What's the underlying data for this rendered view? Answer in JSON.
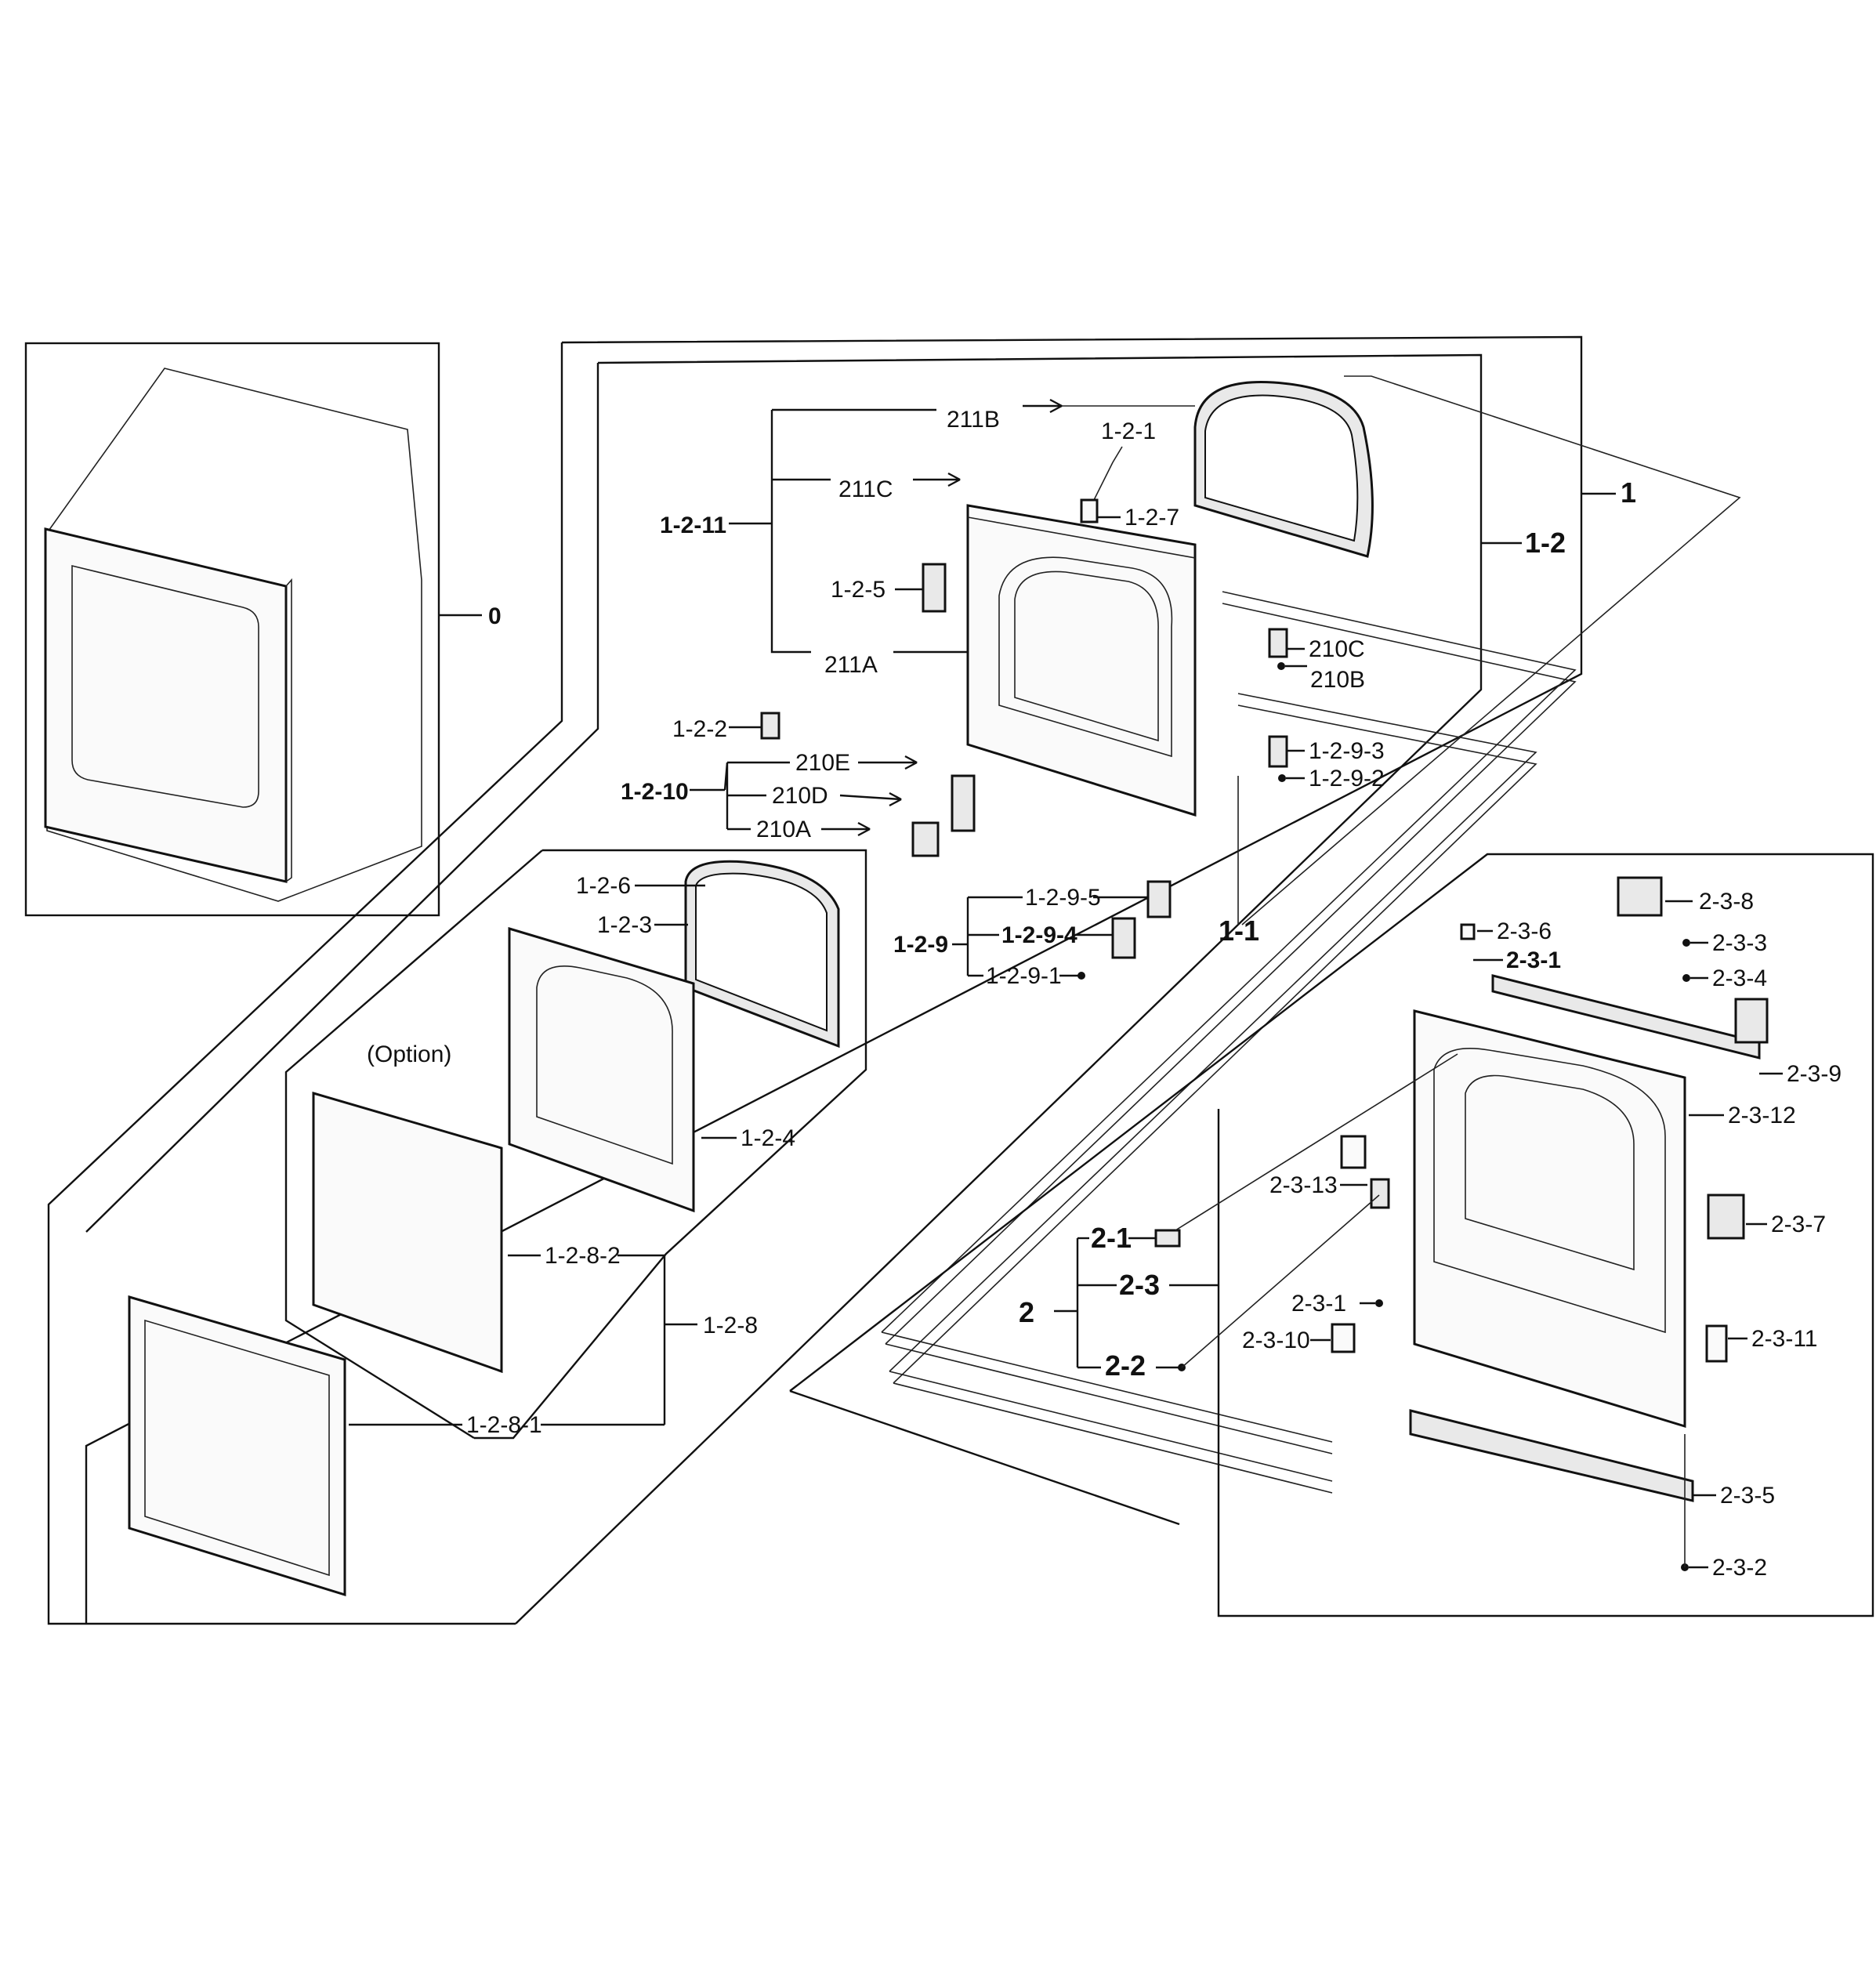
{
  "diagram": {
    "labels": {
      "l0": "0",
      "l1": "1",
      "l1_1": "1-1",
      "l1_2": "1-2",
      "l1_2_1": "1-2-1",
      "l1_2_2": "1-2-2",
      "l1_2_3": "1-2-3",
      "l1_2_4": "1-2-4",
      "l1_2_5": "1-2-5",
      "l1_2_6": "1-2-6",
      "l1_2_7": "1-2-7",
      "l1_2_8": "1-2-8",
      "l1_2_8_1": "1-2-8-1",
      "l1_2_8_2": "1-2-8-2",
      "l1_2_9": "1-2-9",
      "l1_2_9_1": "1-2-9-1",
      "l1_2_9_2": "1-2-9-2",
      "l1_2_9_3": "1-2-9-3",
      "l1_2_9_4": "1-2-9-4",
      "l1_2_9_5": "1-2-9-5",
      "l1_2_10": "1-2-10",
      "l1_2_11": "1-2-11",
      "l210A": "210A",
      "l210B": "210B",
      "l210C": "210C",
      "l210D": "210D",
      "l210E": "210E",
      "l211A": "211A",
      "l211B": "211B",
      "l211C": "211C",
      "option": "(Option)",
      "l2": "2",
      "l2_1": "2-1",
      "l2_2": "2-2",
      "l2_3": "2-3",
      "l2_3_1a": "2-3-1",
      "l2_3_1b": "2-3-1",
      "l2_3_2": "2-3-2",
      "l2_3_3": "2-3-3",
      "l2_3_4": "2-3-4",
      "l2_3_5": "2-3-5",
      "l2_3_6": "2-3-6",
      "l2_3_7": "2-3-7",
      "l2_3_8": "2-3-8",
      "l2_3_9": "2-3-9",
      "l2_3_10": "2-3-10",
      "l2_3_11": "2-3-11",
      "l2_3_12": "2-3-12",
      "l2_3_13": "2-3-13"
    }
  }
}
